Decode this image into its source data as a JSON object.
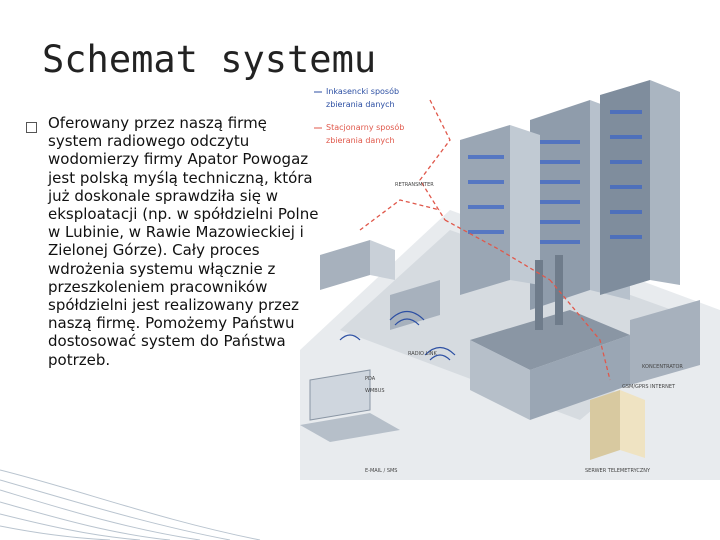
{
  "slide": {
    "title": "Schemat systemu",
    "paragraph": "Oferowany przez naszą firmę system radiowego odczytu wodomierzy firmy Apator Powogaz jest polską myślą techniczną, która już doskonale sprawdziła się w eksploatacji (np. w spółdzielni Polne w Lubinie, w Rawie Mazowieckiej i Zielonej Górze). Cały proces wdrożenia systemu włącznie z przeszkoleniem pracowników spółdzielni jest realizowany przez naszą firmę. Pomożemy Państwu dostosować system do Państwa potrzeb."
  },
  "diagram": {
    "legend": {
      "inkasencki": "Inkasencki sposób zbierania danych",
      "stacjonarny": "Stacjonarny sposób zbierania danych"
    },
    "labels": {
      "retransmiter": "RETRANSMITER",
      "koncentrator": "KONCENTRATOR",
      "internet": "GSM/GPRS INTERNET",
      "serwer": "SERWER TELEMETRYCZNY",
      "pda": "PDA",
      "radiolink": "RADIO LINK",
      "wmbus": "WMBUS",
      "email": "E-MAIL / SMS"
    },
    "colors": {
      "inkasencki": "#2c4fa3",
      "stacjonarny": "#e0584b",
      "building": "#9aa6b4",
      "ground": "#d9dde2"
    }
  }
}
